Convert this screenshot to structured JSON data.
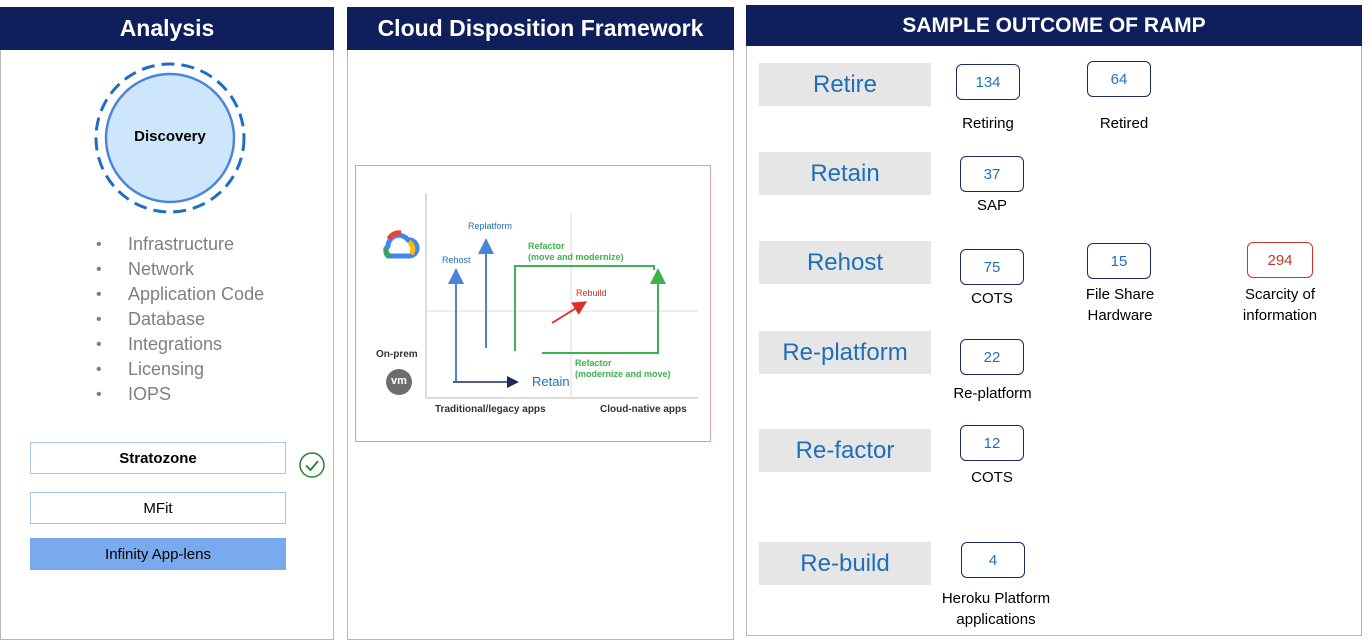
{
  "analysis": {
    "title": "Analysis",
    "discovery_label": "Discovery",
    "items": [
      "Infrastructure",
      "Network",
      "Application Code",
      "Database",
      "Integrations",
      "Licensing",
      "IOPS"
    ],
    "tools": [
      "Stratozone",
      "MFit",
      "Infinity App-lens"
    ]
  },
  "framework": {
    "title": "Cloud Disposition Framework",
    "labels": {
      "replatform": "Replatform",
      "rehost": "Rehost",
      "refactor1_line1": "Refactor",
      "refactor1_line2": "(move and modernize)",
      "rebuild": "Rebuild",
      "onprem": "On-prem",
      "vm": "vm",
      "retain": "Retain",
      "refactor2_line1": "Refactor",
      "refactor2_line2": "(modernize and move)",
      "xaxis_left": "Traditional/legacy apps",
      "xaxis_right": "Cloud-native apps"
    },
    "colors": {
      "blue": "#4a86d8",
      "green": "#3cb44b",
      "red": "#d9302c",
      "navy": "#1a2a5c"
    }
  },
  "ramp": {
    "title": "SAMPLE OUTCOME OF RAMP",
    "categories": [
      "Retire",
      "Retain",
      "Rehost",
      "Re-platform",
      "Re-factor",
      "Re-build"
    ],
    "values": [
      {
        "value": "134",
        "label_line1": "Retiring",
        "label_line2": ""
      },
      {
        "value": "64",
        "label_line1": "Retired",
        "label_line2": ""
      },
      {
        "value": "37",
        "label_line1": "SAP",
        "label_line2": ""
      },
      {
        "value": "75",
        "label_line1": "COTS",
        "label_line2": ""
      },
      {
        "value": "15",
        "label_line1": "File Share",
        "label_line2": "Hardware"
      },
      {
        "value": "294",
        "label_line1": "Scarcity of",
        "label_line2": "information"
      },
      {
        "value": "22",
        "label_line1": "Re-platform",
        "label_line2": ""
      },
      {
        "value": "12",
        "label_line1": "COTS",
        "label_line2": ""
      },
      {
        "value": "4",
        "label_line1": "Heroku Platform",
        "label_line2": "applications"
      }
    ]
  }
}
